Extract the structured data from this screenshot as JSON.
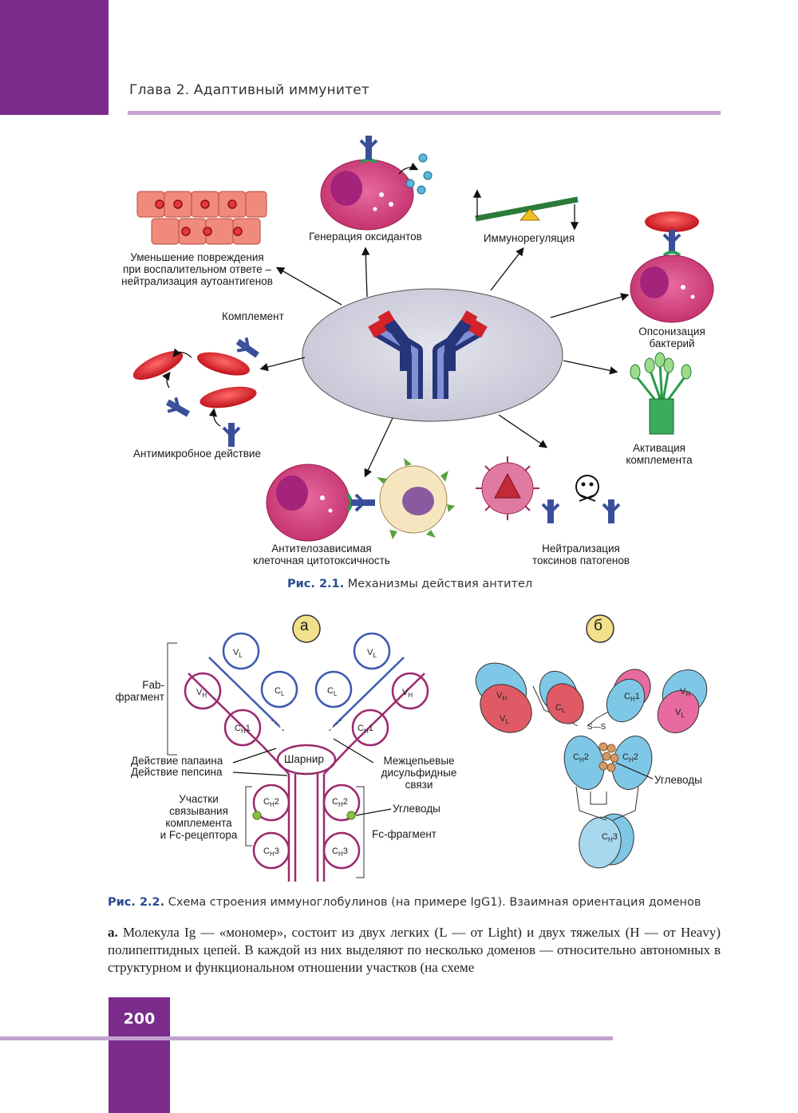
{
  "header": {
    "chapter_title": "Глава 2. Адаптивный иммунитет"
  },
  "figure1": {
    "labels": {
      "oxidants": "Генерация оксидантов",
      "immunoregulation": "Иммунорегуляция",
      "reduce_1": "Уменьшение повреждения",
      "reduce_2": "при воспалительном ответе –",
      "reduce_3": "нейтрализация аутоантигенов",
      "complement": "Комплемент",
      "opson_1": "Опсонизация",
      "opson_2": "бактерий",
      "activ_1": "Активация",
      "activ_2": "комплемента",
      "antimicrobial": "Антимикробное действие",
      "adcc_1": "Антителозависимая",
      "adcc_2": "клеточная цитотоксичность",
      "neut_1": "Нейтрализация",
      "neut_2": "токсинов патогенов"
    },
    "caption_num": "Рис. 2.1.",
    "caption_text": " Механизмы действия антител"
  },
  "figure2": {
    "panel_a": "а",
    "panel_b": "б",
    "labels": {
      "fab_1": "Fab-",
      "fab_2": "фрагмент",
      "papain": "Действие папаина",
      "pepsin": "Действие пепсина",
      "hinge": "Шарнир",
      "disulfide_1": "Межцепьевые",
      "disulfide_2": "дисульфидные",
      "disulfide_3": "связи",
      "sites_1": "Участки",
      "sites_2": "связывания",
      "sites_3": "комплемента",
      "sites_4": "и Fc-рецептора",
      "carbs_a": "Углеводы",
      "fc": "Fc-фрагмент",
      "carbs_b": "Углеводы",
      "ss": "S—S"
    },
    "caption_num": "Рис. 2.2.",
    "caption_text": " Схема строения иммуноглобулинов (на примере IgG1). Взаимная ориентация доменов"
  },
  "body": {
    "lead": "а.",
    "text": " Молекула Ig — «мономер», состоит из двух легких (L — от Light) и двух тяжелых (Н — от Heavy) полипептидных цепей. В каждой из них выделяют по несколько доменов — относительно автономных в структурном и функциональном отношении участков (на схеме"
  },
  "footer": {
    "page_number": "200"
  },
  "colors": {
    "purple": "#7a2b8b",
    "rule": "#c1a3cf",
    "caption_blue": "#2a4c8e",
    "ab_blue": "#3a4f9a",
    "ab_red": "#d3222a",
    "cell_pink": "#d8407e",
    "domain_blue": "#7fc7e6",
    "domain_red": "#e05a66",
    "chain_purple": "#9c2a6e",
    "chain_blue": "#3d5bb0"
  }
}
